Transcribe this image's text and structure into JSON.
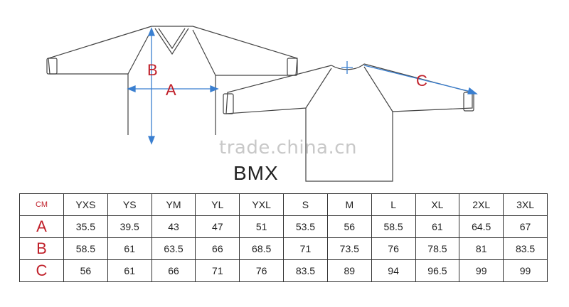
{
  "diagram": {
    "labels": {
      "a": "A",
      "b": "B",
      "c": "C"
    },
    "accent_color": "#c0202a",
    "measure_color": "#3a7fd0"
  },
  "watermark": "trade.china.cn",
  "title": "BMX",
  "table": {
    "corner": "CM",
    "sizes": [
      "YXS",
      "YS",
      "YM",
      "YL",
      "YXL",
      "S",
      "M",
      "L",
      "XL",
      "2XL",
      "3XL"
    ],
    "rows": [
      {
        "label": "A",
        "values": [
          "35.5",
          "39.5",
          "43",
          "47",
          "51",
          "53.5",
          "56",
          "58.5",
          "61",
          "64.5",
          "67"
        ]
      },
      {
        "label": "B",
        "values": [
          "58.5",
          "61",
          "63.5",
          "66",
          "68.5",
          "71",
          "73.5",
          "76",
          "78.5",
          "81",
          "83.5"
        ]
      },
      {
        "label": "C",
        "values": [
          "56",
          "61",
          "66",
          "71",
          "76",
          "83.5",
          "89",
          "94",
          "96.5",
          "99",
          "99"
        ]
      }
    ]
  }
}
